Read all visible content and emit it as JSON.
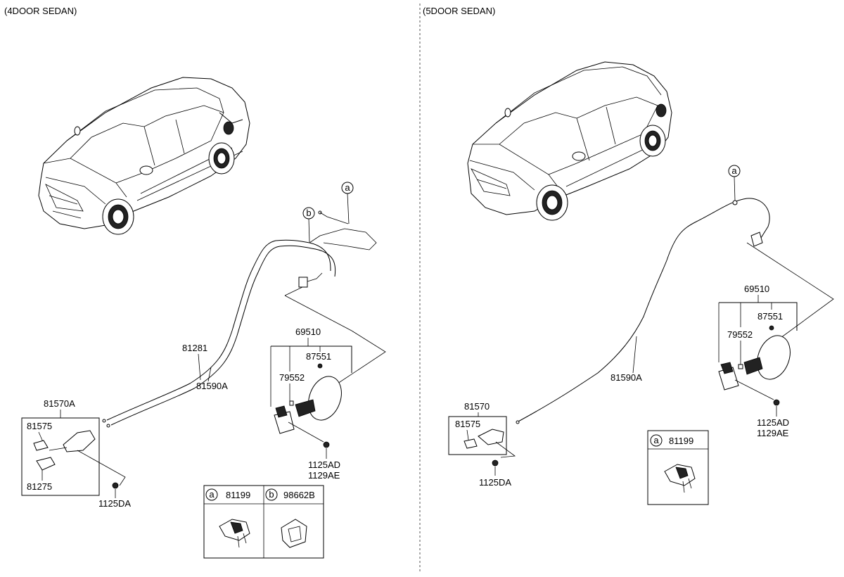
{
  "sections": {
    "left_title": "(4DOOR SEDAN)",
    "right_title": "(5DOOR SEDAN)"
  },
  "left": {
    "callout_a": "a",
    "callout_b": "b",
    "p81281": "81281",
    "p81590a": "81590A",
    "p81570a": "81570A",
    "p81575": "81575",
    "p81275": "81275",
    "p1125da": "1125DA",
    "p69510": "69510",
    "p87551": "87551",
    "p79552": "79552",
    "p1125ad": "1125AD",
    "p1129ae": "1129AE",
    "legend": {
      "a_letter": "a",
      "a_part": "81199",
      "b_letter": "b",
      "b_part": "98662B"
    }
  },
  "right": {
    "callout_a": "a",
    "p81590a": "81590A",
    "p81570": "81570",
    "p81575": "81575",
    "p1125da": "1125DA",
    "p69510": "69510",
    "p87551": "87551",
    "p79552": "79552",
    "p1125ad": "1125AD",
    "p1129ae": "1129AE",
    "legend": {
      "a_letter": "a",
      "a_part": "81199"
    }
  }
}
